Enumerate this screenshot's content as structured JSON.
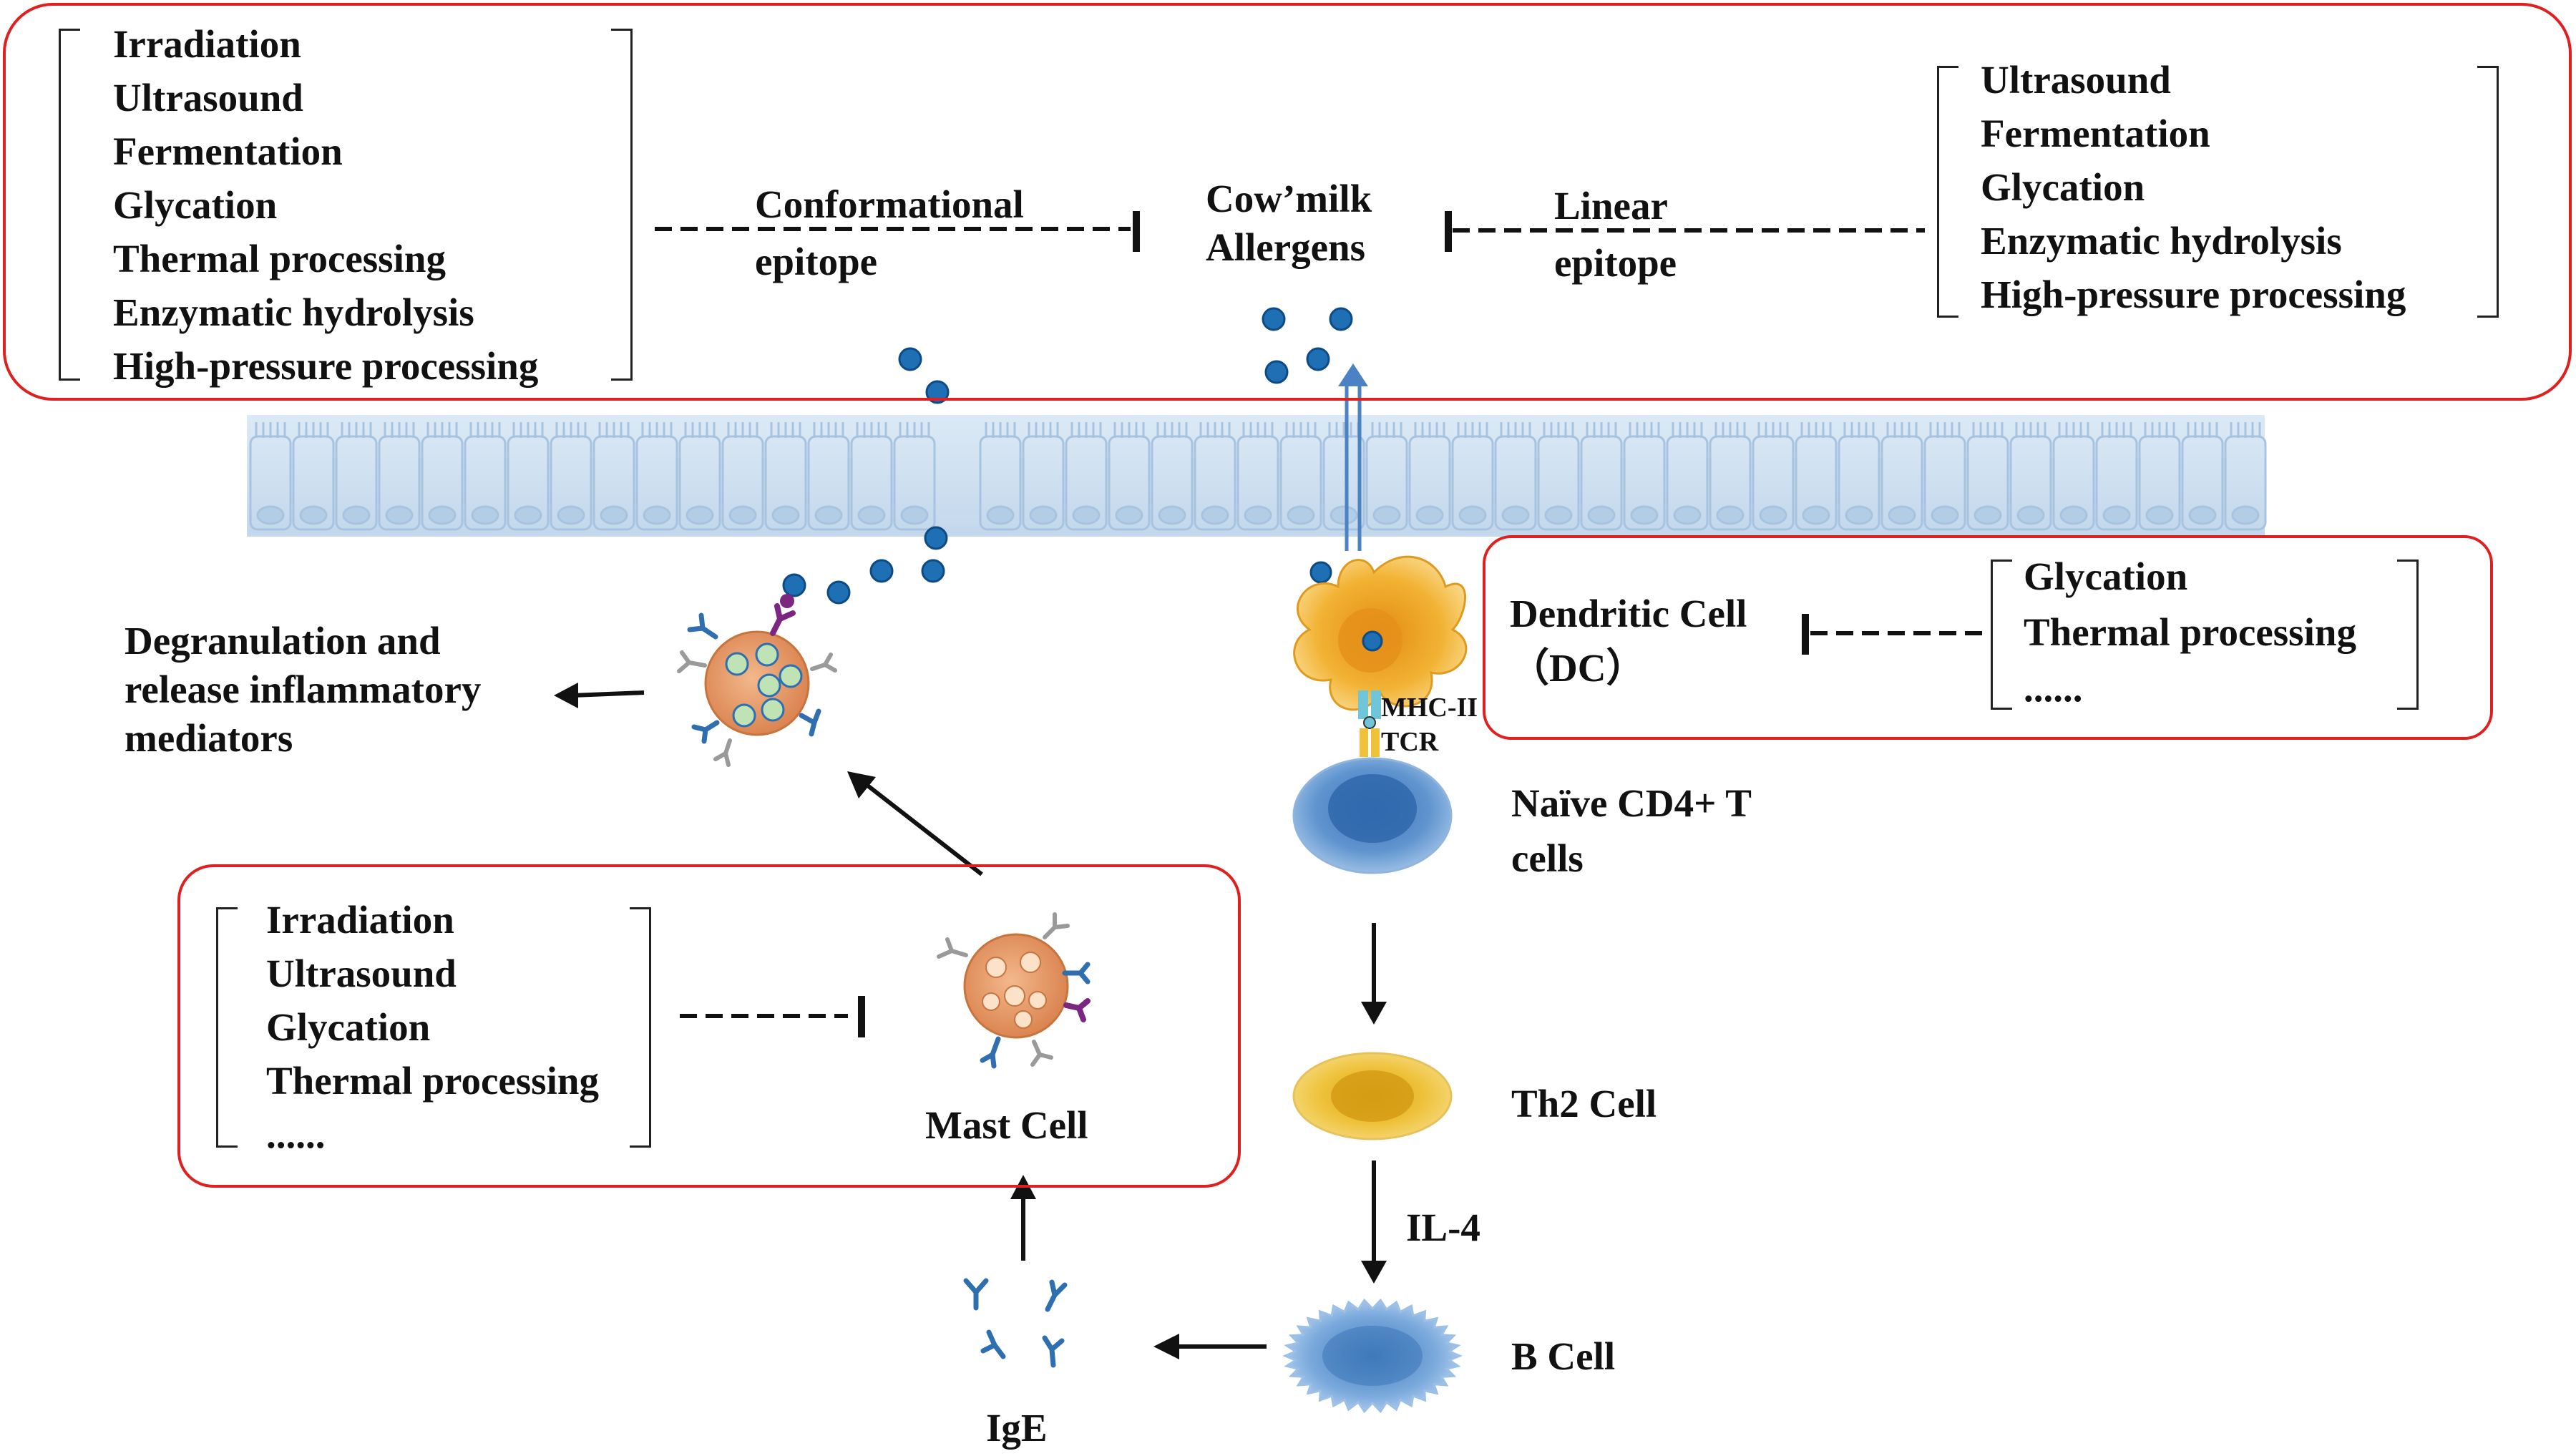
{
  "top_left_box": {
    "methods": [
      "Irradiation",
      "Ultrasound",
      "Fermentation",
      "Glycation",
      "Thermal processing",
      "Enzymatic hydrolysis",
      "High-pressure processing"
    ],
    "arrow_label_line1": "Conformational",
    "arrow_label_line2": "epitope"
  },
  "center_title": {
    "line1": "Cow’milk",
    "line2": "Allergens"
  },
  "top_right_box": {
    "arrow_label_line1": "Linear",
    "arrow_label_line2": "epitope",
    "methods": [
      "Ultrasound",
      "Fermentation",
      "Glycation",
      "Enzymatic hydrolysis",
      "High-pressure processing"
    ]
  },
  "dc_box": {
    "cell_label_line1": "Dendritic Cell",
    "cell_label_line2": "（DC）",
    "methods": [
      "Glycation",
      "Thermal processing",
      "......"
    ]
  },
  "receptor_labels": {
    "mhc": "MHC-II",
    "tcr": "TCR"
  },
  "cells": {
    "naive_line1": "Naïve CD4+ T",
    "naive_line2": "cells",
    "th2": "Th2 Cell",
    "b_cell": "B Cell",
    "ige": "IgE",
    "mast": "Mast Cell"
  },
  "cytokine": "IL-4",
  "degranulation": {
    "line1": "Degranulation and",
    "line2": "release inflammatory",
    "line3": "mediators"
  },
  "mast_box": {
    "methods": [
      "Irradiation",
      "Ultrasound",
      "Glycation",
      "Thermal processing",
      "......"
    ]
  },
  "colors": {
    "box_border": "#e0201f",
    "allergen": "#1f6fb5",
    "epithelium": "#cfe0f0",
    "dc_cell": "#f2b233",
    "mast_cell": "#e39a6a",
    "t_cell": "#6f9fd4",
    "th2_cell": "#efc23c",
    "b_cell": "#8ab6e0"
  }
}
